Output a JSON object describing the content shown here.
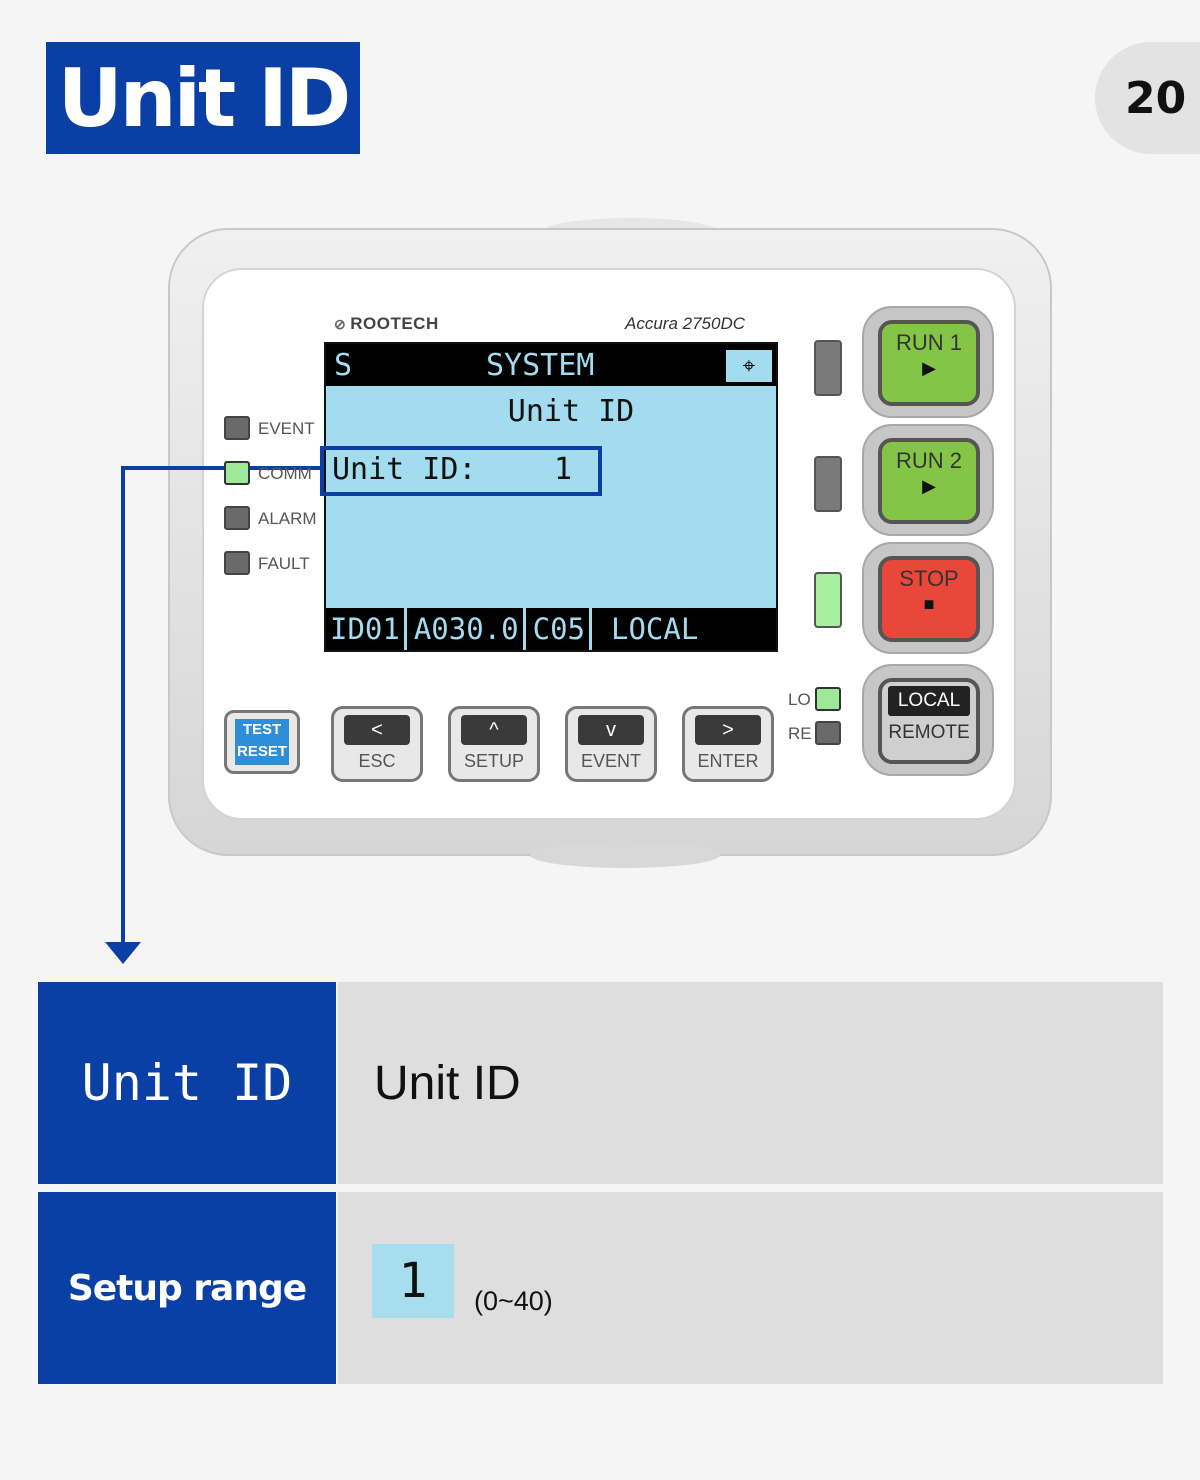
{
  "header": {
    "title": "Unit ID",
    "page_number": "20"
  },
  "device": {
    "brand": "ROOTECH",
    "model": "Accura 2750DC",
    "screen": {
      "mode_letter": "S",
      "title": "SYSTEM",
      "subtitle": "Unit ID",
      "field_label": "Unit ID:",
      "field_value": "1",
      "footer": [
        "ID01",
        "A030.0",
        "C05",
        "LOCAL"
      ]
    },
    "leds": [
      {
        "label": "EVENT",
        "state": "off"
      },
      {
        "label": "COMM",
        "state": "on"
      },
      {
        "label": "ALARM",
        "state": "off"
      },
      {
        "label": "FAULT",
        "state": "off"
      }
    ],
    "lo_label": "LO",
    "re_label": "RE",
    "buttons": {
      "run1": {
        "label": "RUN 1",
        "symbol": "▶"
      },
      "run2": {
        "label": "RUN 2",
        "symbol": "▶"
      },
      "stop": {
        "label": "STOP",
        "symbol": "■"
      },
      "local_remote": {
        "top": "LOCAL",
        "bottom": "REMOTE"
      },
      "test_reset": {
        "line1": "TEST",
        "line2": "RESET"
      },
      "esc": {
        "label": "ESC",
        "symbol": "<"
      },
      "setup": {
        "label": "SETUP",
        "symbol": "^"
      },
      "event": {
        "label": "EVENT",
        "symbol": "v"
      },
      "enter": {
        "label": "ENTER",
        "symbol": ">"
      }
    }
  },
  "info_table": {
    "row1": {
      "left": "Unit ID",
      "right": "Unit ID"
    },
    "row2": {
      "left": "Setup range",
      "value": "1",
      "range": "(0~40)"
    }
  },
  "colors": {
    "accent": "#0a3fa6",
    "lcd": "#a2dcee",
    "run": "#84c447",
    "stop": "#e8473a"
  }
}
